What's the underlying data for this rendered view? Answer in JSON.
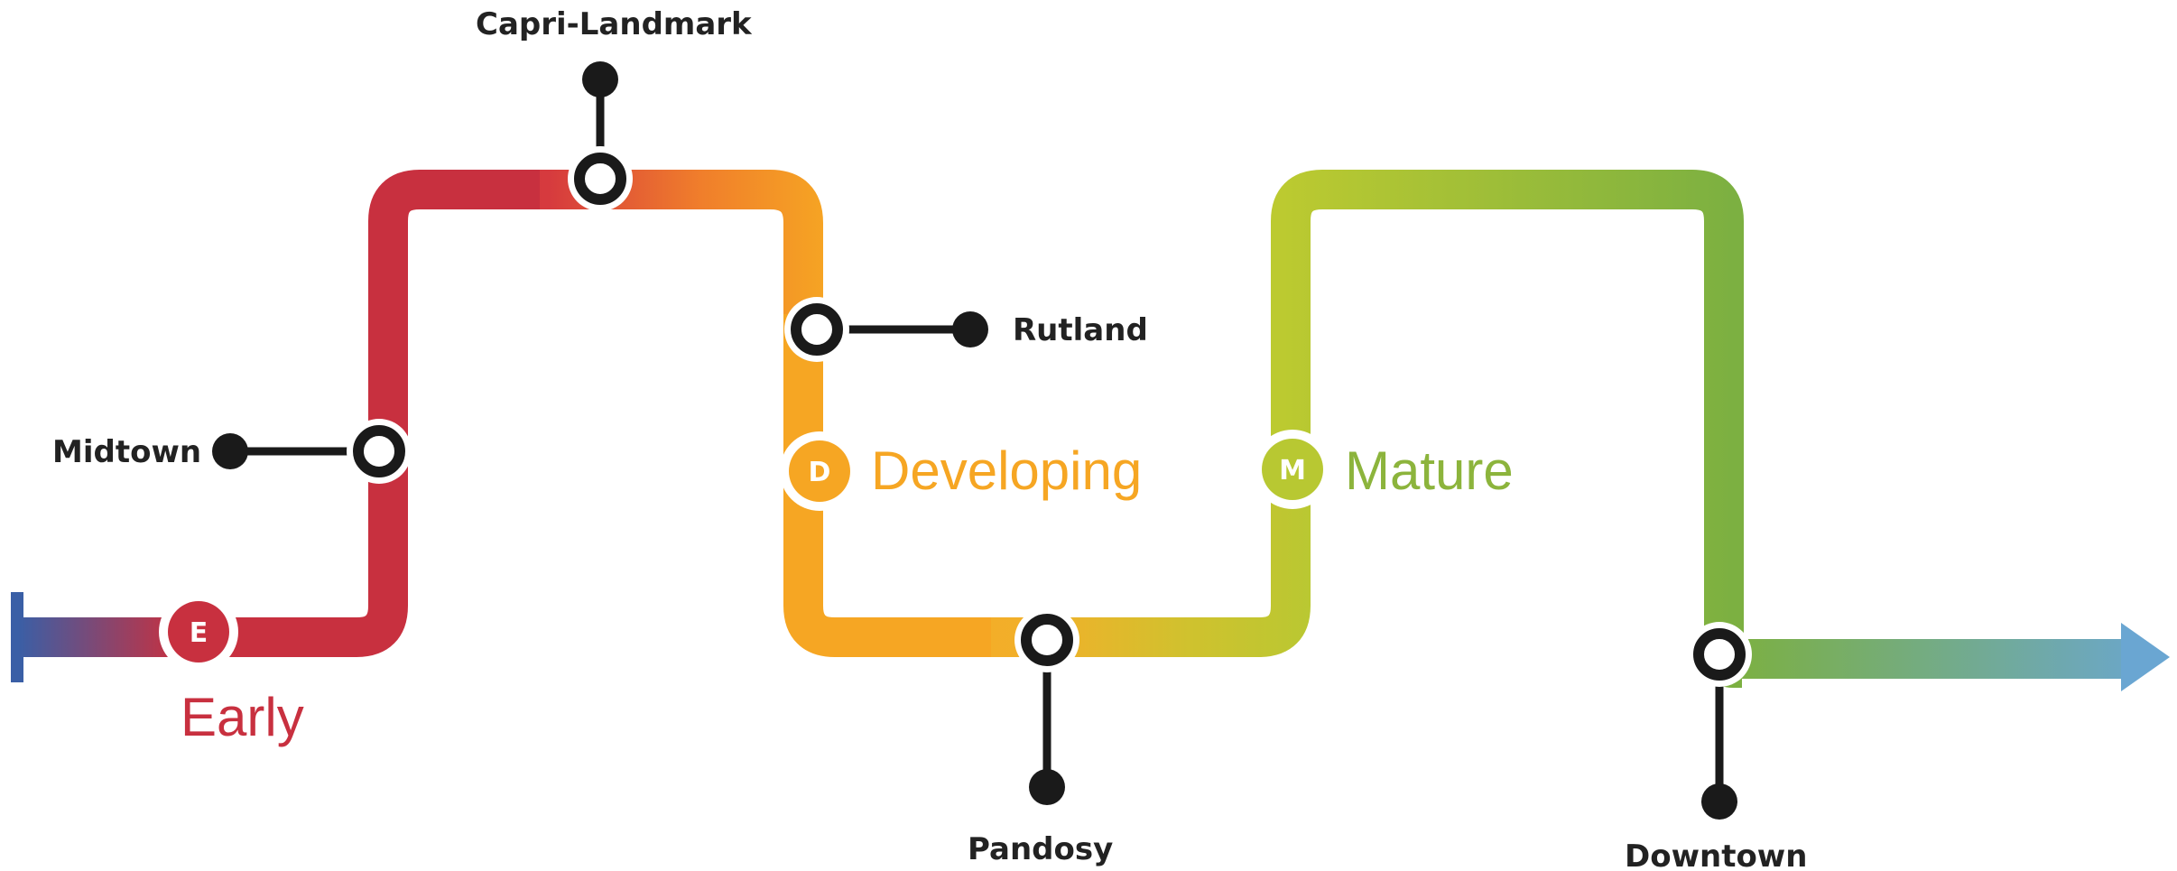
{
  "colors": {
    "early": "#c8303f",
    "developing": "#f5a623",
    "mature": "#8cb43c",
    "start_blue": "#3a5fa6",
    "end_blue": "#6aa6d2",
    "station_ink": "#1a1a1a",
    "label_ink": "#222222"
  },
  "stages": [
    {
      "id": "early",
      "letter": "E",
      "label": "Early"
    },
    {
      "id": "developing",
      "letter": "D",
      "label": "Developing"
    },
    {
      "id": "mature",
      "letter": "M",
      "label": "Mature"
    }
  ],
  "stations": [
    {
      "id": "midtown",
      "label": "Midtown"
    },
    {
      "id": "capri",
      "label": "Capri-Landmark"
    },
    {
      "id": "rutland",
      "label": "Rutland"
    },
    {
      "id": "pandosy",
      "label": "Pandosy"
    },
    {
      "id": "downtown",
      "label": "Downtown"
    }
  ]
}
